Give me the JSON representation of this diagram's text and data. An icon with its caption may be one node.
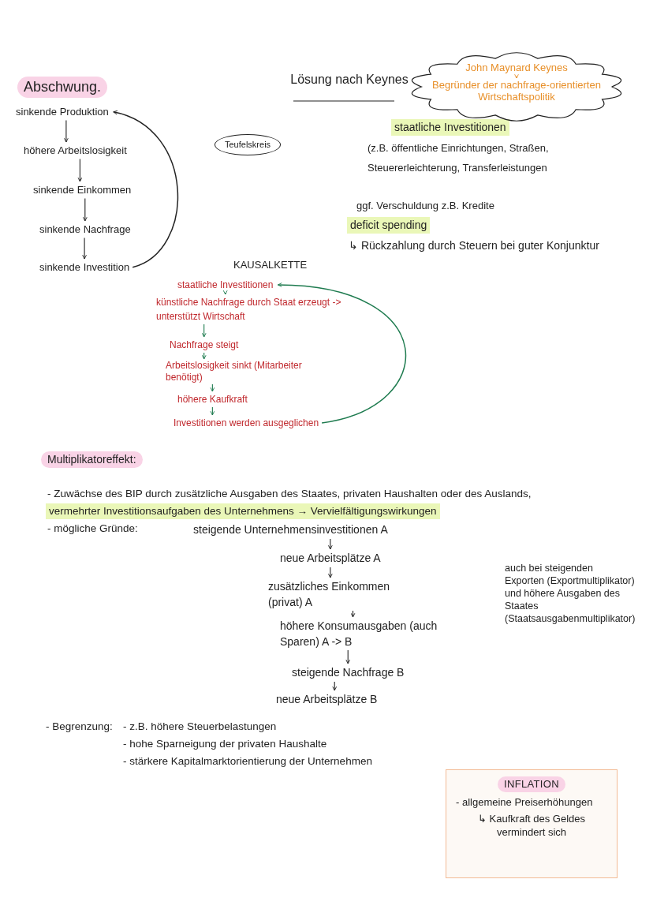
{
  "diagram": {
    "nodes": [
      {
        "text": [
          "sinkende Produktion"
        ]
      },
      {
        "text": [
          "höhere Arbeitslosigkeit"
        ]
      },
      {
        "text": [
          "sinkende Einkommen"
        ]
      },
      {
        "text": [
          "sinkende Nachfrage"
        ]
      },
      {
        "text": [
          "sinkende Investition"
        ]
      },
      {
        "text": [
          "Teufelskreis"
        ]
      },
      {
        "text": [],
        "shape": "cloud"
      },
      {
        "text": [
          "John Maynard Keynes"
        ],
        "in": 6
      },
      {
        "text": [
          "Begründer der nachfrage-orientierten Wirtschaftspolitik"
        ],
        "in": 6
      },
      {
        "text": [
          "staatliche Investitionen"
        ]
      },
      {
        "text": [
          "künstliche Nachfrage durch Staat erzeugt -> unterstützt Wirtschaft"
        ]
      },
      {
        "text": [
          "Nachfrage steigt"
        ]
      },
      {
        "text": [
          "Arbeitslosigkeit sinkt (Mitarbeiter benötigt)"
        ]
      },
      {
        "text": [
          "höhere Kaufkraft"
        ]
      },
      {
        "text": [
          "Investitionen werden ausgeglichen"
        ]
      },
      {
        "text": [
          "steigende Unternehmensinvestitionen A"
        ]
      },
      {
        "text": [
          "neue Arbeitsplätze A"
        ]
      },
      {
        "text": [
          "zusätzliches Einkommen (privat) A"
        ]
      },
      {
        "text": [
          "höhere Konsumausgaben (auch Sparen) A -> B"
        ]
      },
      {
        "text": [
          "steigende Nachfrage B"
        ]
      },
      {
        "text": [
          "neue Arbeitsplätze B"
        ]
      },
      {
        "text": [
          "INFLATION",
          "- allgemeine Preiserhöhungen",
          "↳ Kaufkraft des Geldes vermindert sich"
        ]
      }
    ],
    "edges": [
      {
        "from": 0,
        "to": 1,
        "arrow": "to"
      },
      {
        "from": 1,
        "to": 2,
        "arrow": "to"
      },
      {
        "from": 2,
        "to": 3,
        "arrow": "to"
      },
      {
        "from": 3,
        "to": 4,
        "arrow": "to"
      },
      {
        "from": 4,
        "to": 0,
        "arrow": "to"
      },
      {
        "from": 7,
        "to": 8,
        "arrow": "to",
        "color": "#e8902a"
      },
      {
        "from": 9,
        "to": 10,
        "arrow": "to",
        "color": "#1e7b4f"
      },
      {
        "from": 10,
        "to": 11,
        "arrow": "to",
        "color": "#1e7b4f"
      },
      {
        "from": 11,
        "to": 12,
        "arrow": "to",
        "color": "#1e7b4f"
      },
      {
        "from": 12,
        "to": 13,
        "arrow": "to",
        "color": "#1e7b4f"
      },
      {
        "from": 13,
        "to": 14,
        "arrow": "to",
        "color": "#1e7b4f"
      },
      {
        "from": 14,
        "to": 9,
        "arrow": "to",
        "color": "#1e7b4f"
      },
      {
        "from": 15,
        "to": 16,
        "arrow": "to"
      },
      {
        "from": 16,
        "to": 17,
        "arrow": "to"
      },
      {
        "from": 17,
        "to": 18,
        "arrow": "to"
      },
      {
        "from": 18,
        "to": 19,
        "arrow": "to"
      },
      {
        "from": 19,
        "to": 20,
        "arrow": "to"
      }
    ],
    "labels": [
      "Abschwung.",
      "Lösung nach Keynes",
      "staatliche Investitionen",
      "(z.B. öffentliche Einrichtungen, Straßen, Steuererleichterung, Transferleistungen",
      "ggf. Verschuldung z.B. Kredite",
      "deficit spending",
      "↳ Rückzahlung durch Steuern bei guter Konjunktur",
      "KAUSALKETTE",
      "Multiplikatoreffekt:",
      "- Zuwächse des BIP durch zusätzliche Ausgaben des Staates, privaten Haushalten oder des Auslands,",
      "vermehrter Investitionsaufgaben des Unternehmens → Vervielfältigungswirkungen",
      "- mögliche Gründe:",
      "auch bei steigenden Exporten (Exportmultiplikator) und höhere Ausgaben des Staates (Staatsausgabenmultiplikator)",
      "- Begrenzung:",
      "- z.B. höhere Steuerbelastungen",
      "- hohe Sparneigung der privaten Haushalte",
      "- stärkere Kapitalmarktorientierung der Unternehmen"
    ]
  }
}
